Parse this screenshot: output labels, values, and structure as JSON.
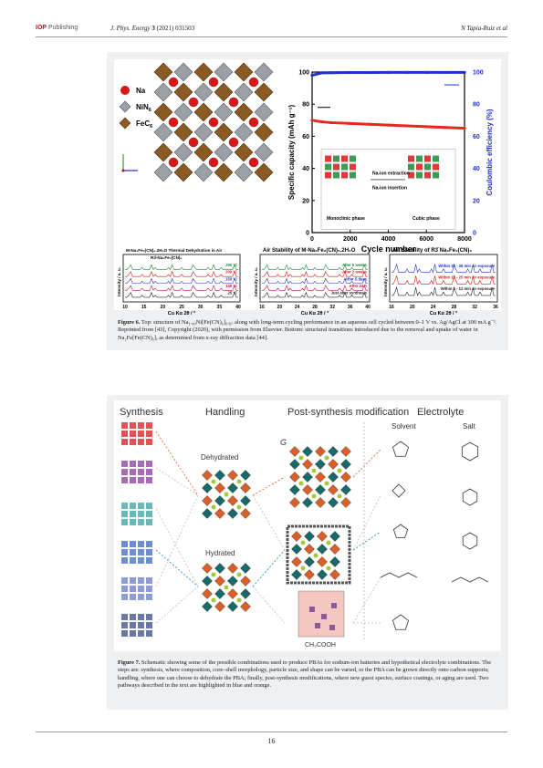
{
  "header": {
    "brand_iop": "IOP",
    "brand_pub": "Publishing",
    "journal": "J. Phys. Energy",
    "volume": "3",
    "year": "(2021)",
    "article": "031503",
    "authors": "N Tapia-Ruiz et al"
  },
  "figure6": {
    "legend": [
      "Na",
      "NiN",
      "FeC"
    ],
    "legend_sub": "6",
    "chart_data": {
      "type": "scatter",
      "xlabel": "Cycle number",
      "ylabel_left": "Specific capacity (mAh g⁻¹)",
      "ylabel_right": "Coulombic efficiency (%)",
      "xticks": [
        "0",
        "2000",
        "4000",
        "6000",
        "8000"
      ],
      "yticks": [
        "0",
        "20",
        "40",
        "60",
        "80",
        "100"
      ],
      "xlim": [
        0,
        8000
      ],
      "ylim": [
        0,
        100
      ],
      "series": [
        {
          "name": "capacity",
          "color": "#e8271f",
          "x": [
            0,
            500,
            1000,
            2000,
            3000,
            4000,
            5000,
            6000,
            7000,
            8000
          ],
          "y": [
            70,
            69,
            68.5,
            68,
            67.5,
            67,
            66.5,
            66,
            65.5,
            65
          ]
        },
        {
          "name": "efficiency",
          "color": "#2030c8",
          "x": [
            0,
            500,
            1000,
            2000,
            3000,
            4000,
            5000,
            6000,
            7000,
            8000
          ],
          "y": [
            98,
            99.5,
            99.6,
            99.7,
            99.7,
            99.8,
            99.8,
            99.8,
            99.8,
            99.8
          ]
        }
      ]
    },
    "inset_labels": [
      "Na-ion extraction",
      "Na-ion insertion",
      "Monoclinic phase",
      "Cubic phase"
    ],
    "panel1": {
      "title": "M-Na₂Fe₂(CN)₆.2H₂O Thermal Dehydration in Air",
      "sub": "R3̄-Na₂Fe₂(CN)₆",
      "temps": [
        "250 °C",
        "200 °C",
        "150 °C",
        "100 °C",
        "25 °C"
      ],
      "xlabel": "Cu Kα 2θ / °",
      "xticks": [
        "10",
        "15",
        "20",
        "25",
        "30",
        "35",
        "40"
      ]
    },
    "panel2": {
      "title": "Air Stability of M-Na₂Fe₂(CN)₆.2H₂O",
      "labels": [
        "After 5 weeks",
        "After 2 weeks",
        "After 5 days",
        "After 24 h",
        "Just after synthesis"
      ],
      "xlabel": "Cu Kα 2θ / °",
      "xticks": [
        "16",
        "20",
        "24",
        "28",
        "32",
        "36",
        "40"
      ]
    },
    "panel3": {
      "title": "Air Stability of R3̄ Na₂Fe₂(CN)₆",
      "labels": [
        "Within 25 - 36 min air exposure",
        "Within 13 - 25 min air exposure",
        "Within 1 - 12 min air exposure"
      ],
      "xlabel": "Cu Kα 2θ / °",
      "xticks": [
        "16",
        "20",
        "24",
        "28",
        "32",
        "36"
      ]
    },
    "ylabel": "Intensity / a. u.",
    "caption_label": "Figure 6.",
    "caption": " Top: structure of Na₁.₄₀Ni[Fe(CN)₆]₀.₈₇ along with long-term cycling performance in an aqueous cell cycled between 0–1 V vs. Ag/AgCl at 100 mA g⁻¹. Reprinted from [43], Copyright (2020), with permission from Elsevier. Bottom: structural transitions introduced due to the removal and uptake of water in Na₂Fe[Fe(CN)₆], as determined from x-ray diffraction data [44]."
  },
  "figure7": {
    "cols": [
      "Synthesis",
      "Handling",
      "Post-synthesis modification",
      "Electrolyte"
    ],
    "sub_cols": [
      "Solvent",
      "Salt"
    ],
    "dehydrated": "Dehydrated",
    "hydrated": "Hydrated",
    "g_label": "G",
    "acid": "CH₃COOH",
    "caption_label": "Figure 7.",
    "caption": " Schematic showing some of the possible combinations used to produce PBAs for sodium-ion batteries and hypothetical electrolyte combinations. The steps are: synthesis, where composition, core–shell morphology, particle size, and shape can be varied, or the PBA can be grown directly onto carbon supports; handling, where one can choose to dehydrate the PBA; finally, post-synthesis modifications, where new guest species, surface coatings, or aging are used. Two pathways described in the text are highlighted in blue and orange."
  },
  "footer": {
    "page": "16"
  }
}
